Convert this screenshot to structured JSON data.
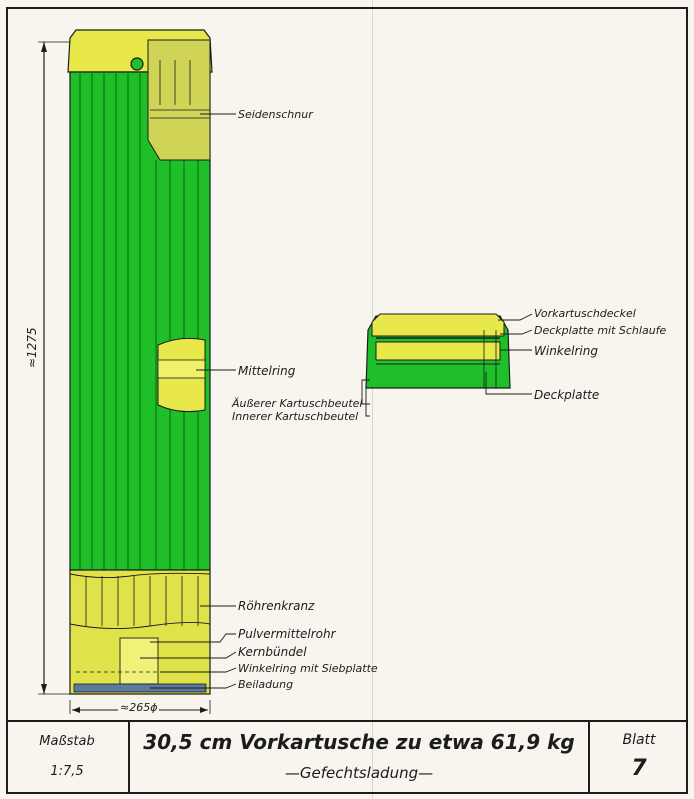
{
  "labels": {
    "seidenschnur": "Seidenschnur",
    "mittelring": "Mittelring",
    "roehrenkranz": "Röhrenkranz",
    "pulvermittelrohr": "Pulvermittelrohr",
    "kernbuendel": "Kernbündel",
    "winkelring_siebplatte": "Winkelring mit Siebplatte",
    "beiladung": "Beiladung",
    "vorkartuschdeckel": "Vorkartuschdeckel",
    "deckplatte_schlaufe": "Deckplatte mit Schlaufe",
    "winkelring": "Winkelring",
    "deckplatte": "Deckplatte",
    "aeusserer_beutel": "Äußerer Kartuschbeutel",
    "innerer_beutel": "Innerer Kartuschbeutel"
  },
  "dimensions": {
    "length": "≈1275",
    "diameter": "≈265ϕ"
  },
  "title_block": {
    "scale_label": "Maßstab",
    "scale_value": "1:7,5",
    "title": "30,5 cm Vorkartusche zu etwa 61,9 kg",
    "subtitle": "—Gefechtsladung—",
    "sheet_label": "Blatt",
    "sheet_number": "7"
  },
  "colors": {
    "propellant_green": "#1fbf2a",
    "stripe_green": "#0f7a14",
    "tube_yellow": "#e8e84a",
    "outline": "#1c1c1c",
    "paper": "#f7f5ee"
  }
}
